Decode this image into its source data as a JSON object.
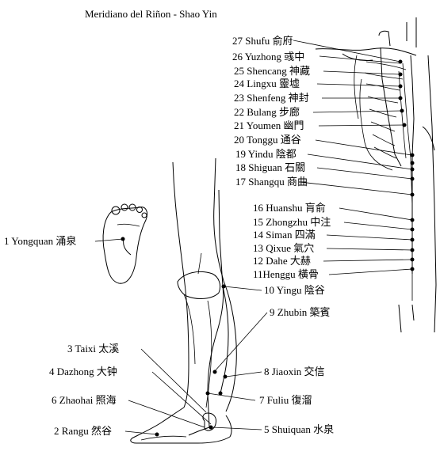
{
  "title": "Meridiano del Riñon - Shao Yin",
  "points": [
    {
      "id": "27",
      "label": "27 Shufu 俞府"
    },
    {
      "id": "26",
      "label": "26 Yuzhong 彧中"
    },
    {
      "id": "25",
      "label": "25 Shencang 神藏"
    },
    {
      "id": "24",
      "label": "24 Lingxu 靈墟"
    },
    {
      "id": "23",
      "label": "23 Shenfeng 神封"
    },
    {
      "id": "22",
      "label": "22 Bulang 步廊"
    },
    {
      "id": "21",
      "label": "21 Youmen 幽門"
    },
    {
      "id": "20",
      "label": "20 Tonggu 通谷"
    },
    {
      "id": "19",
      "label": "19 Yindu 陰都"
    },
    {
      "id": "18",
      "label": "18 Shiguan 石關"
    },
    {
      "id": "17",
      "label": "17 Shangqu 商曲"
    },
    {
      "id": "16",
      "label": "16 Huanshu 肓俞"
    },
    {
      "id": "15",
      "label": "15 Zhongzhu 中注"
    },
    {
      "id": "14",
      "label": "14 Siman 四滿"
    },
    {
      "id": "13",
      "label": "13 Qixue 氣穴"
    },
    {
      "id": "12",
      "label": "12 Dahe 大赫"
    },
    {
      "id": "11",
      "label": "11Henggu 橫骨"
    },
    {
      "id": "10",
      "label": "10 Yingu 陰谷"
    },
    {
      "id": "9",
      "label": "9 Zhubin 築賓"
    },
    {
      "id": "8",
      "label": "8 Jiaoxin 交信"
    },
    {
      "id": "7",
      "label": "7 Fuliu 復溜"
    },
    {
      "id": "5",
      "label": "5 Shuiquan 水泉"
    },
    {
      "id": "1",
      "label": "1 Yongquan 涌泉"
    },
    {
      "id": "3",
      "label": "3 Taixi 太溪"
    },
    {
      "id": "4",
      "label": "4 Dazhong 大钟"
    },
    {
      "id": "6",
      "label": "6 Zhaohai 照海"
    },
    {
      "id": "2",
      "label": "2 Rangu 然谷"
    }
  ]
}
